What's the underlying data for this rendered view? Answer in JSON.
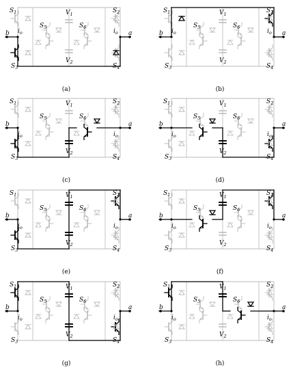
{
  "figure": {
    "panels": [
      {
        "id": "a",
        "caption": "(a)",
        "conducting": [
          {
            "switch": "S3",
            "mode": "transistor"
          },
          {
            "switch": "S4",
            "mode": "diode"
          }
        ],
        "dc_link": false,
        "current_labels": [
          "io",
          "io"
        ]
      },
      {
        "id": "b",
        "caption": "(b)",
        "conducting": [
          {
            "switch": "S1",
            "mode": "diode"
          },
          {
            "switch": "S2",
            "mode": "transistor"
          }
        ],
        "dc_link": false,
        "current_labels": [
          "io",
          "io"
        ]
      },
      {
        "id": "c",
        "caption": "(c)",
        "conducting": [
          {
            "switch": "S3",
            "mode": "transistor"
          },
          {
            "switch": "S6",
            "mode": "transistor"
          }
        ],
        "dc_link": "V2",
        "current_labels": [
          "io",
          "io"
        ]
      },
      {
        "id": "d",
        "caption": "(d)",
        "conducting": [
          {
            "switch": "S5",
            "mode": "transistor"
          },
          {
            "switch": "S4",
            "mode": "transistor"
          }
        ],
        "dc_link": "V2",
        "current_labels": [
          "io",
          "io"
        ]
      },
      {
        "id": "e",
        "caption": "(e)",
        "conducting": [
          {
            "switch": "S3",
            "mode": "transistor"
          },
          {
            "switch": "S2",
            "mode": "transistor"
          }
        ],
        "dc_link": "both",
        "current_labels": [
          "io",
          "io"
        ]
      },
      {
        "id": "f",
        "caption": "(f)",
        "conducting": [
          {
            "switch": "S5",
            "mode": "transistor"
          },
          {
            "switch": "S2",
            "mode": "transistor"
          }
        ],
        "dc_link": "V1",
        "current_labels": [
          "io",
          "io"
        ]
      },
      {
        "id": "g",
        "caption": "(g)",
        "conducting": [
          {
            "switch": "S1",
            "mode": "transistor"
          },
          {
            "switch": "S4",
            "mode": "transistor"
          }
        ],
        "dc_link": "both",
        "current_labels": [
          "io",
          "io"
        ]
      },
      {
        "id": "h",
        "caption": "(h)",
        "conducting": [
          {
            "switch": "S1",
            "mode": "transistor"
          },
          {
            "switch": "S6",
            "mode": "transistor"
          }
        ],
        "dc_link": "V1",
        "current_labels": [
          "io",
          "io"
        ]
      }
    ],
    "labels": {
      "S1": "S",
      "S1_sub": "1",
      "S2": "S",
      "S2_sub": "2",
      "S3": "S",
      "S3_sub": "3",
      "S4": "S",
      "S4_sub": "4",
      "S5": "S",
      "S5_sub": "5",
      "S6": "S",
      "S6_sub": "6",
      "V1": "V",
      "V1_sub": "1",
      "V2": "V",
      "V2_sub": "2",
      "io": "i",
      "io_sub": "o",
      "node_a": "a",
      "node_b": "b"
    },
    "colors": {
      "active": "#000000",
      "inactive": "#b8b8b8"
    }
  }
}
